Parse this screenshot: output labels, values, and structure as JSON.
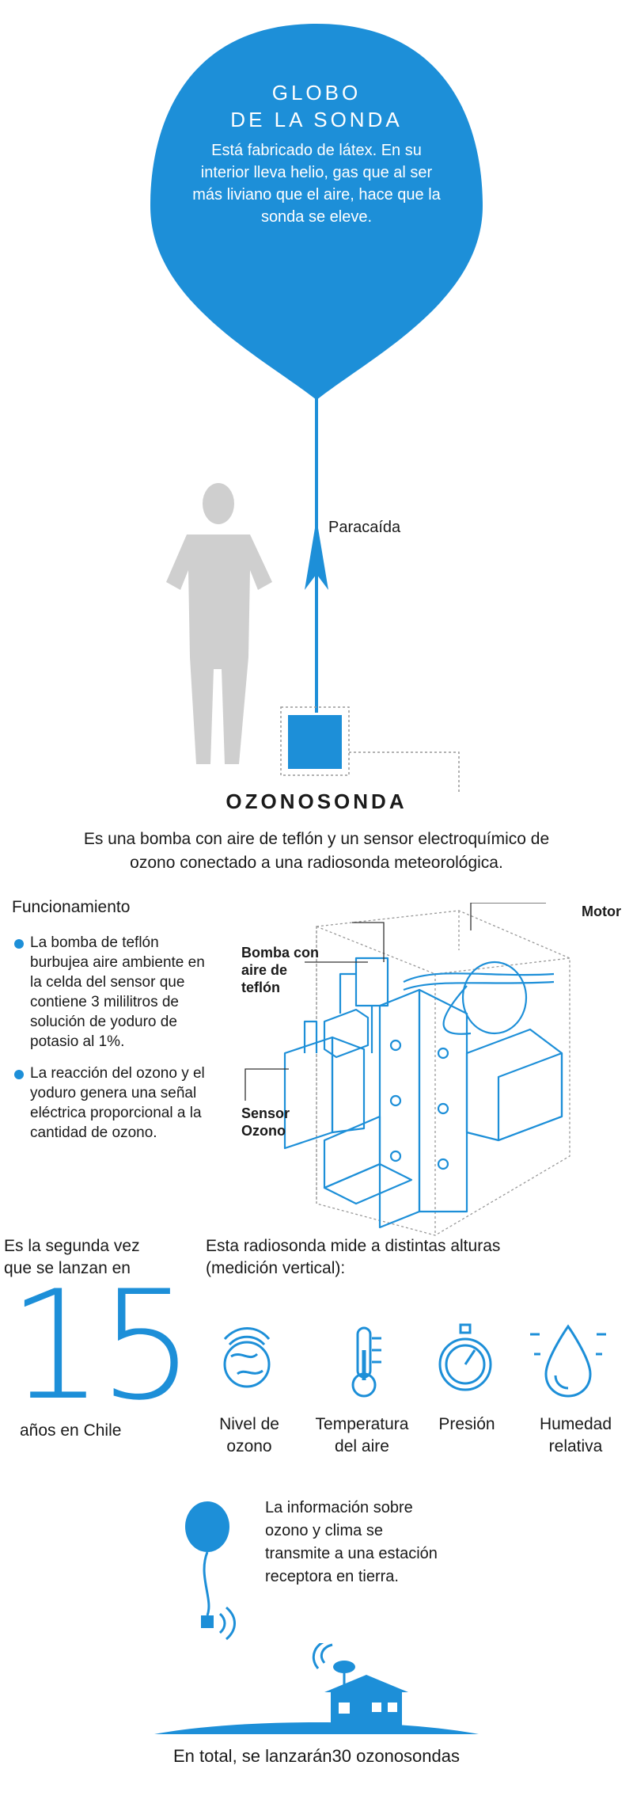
{
  "balloon": {
    "title_line1": "GLOBO",
    "title_line2": "DE LA SONDA",
    "description": "Está fabricado de látex. En su interior lleva helio, gas que al ser más liviano que el aire, hace que la sonda se eleve."
  },
  "parachute_label": "Paracaída",
  "ozonosonda": {
    "title": "OZONOSONDA",
    "description": "Es una bomba con aire de teflón y un sensor electroquímico de ozono conectado a una radiosonda meteorológica."
  },
  "funcionamiento": {
    "title": "Funcionamiento",
    "bullets": [
      "La bomba de teflón burbujea aire ambiente en la celda del sensor que contiene 3 mililitros de solución de yoduro de potasio al 1%.",
      "La reacción del ozono y el yoduro  genera una señal eléctrica proporcional a la cantidad de ozono."
    ]
  },
  "device_labels": {
    "motor": "Motor",
    "pump": "Bomba con aire de teflón",
    "sensor": "Sensor Ozono"
  },
  "launch_stats": {
    "intro": "Es la segunda vez que se lanzan en",
    "number": "15",
    "caption": "años en Chile"
  },
  "measurements": {
    "intro": "Esta radiosonda mide a distintas alturas (medición vertical):",
    "items": [
      {
        "icon": "globe-icon",
        "label": "Nivel de ozono"
      },
      {
        "icon": "thermometer-icon",
        "label": "Temperatura del aire"
      },
      {
        "icon": "gauge-icon",
        "label": "Presión"
      },
      {
        "icon": "droplet-icon",
        "label": "Humedad relativa"
      }
    ]
  },
  "transmission": {
    "text": "La información sobre ozono y clima se transmite a una estación receptora en tierra."
  },
  "total": {
    "text": "En total, se lanzarán30 ozonosondas"
  },
  "colors": {
    "accent": "#1d8fd8",
    "silhouette": "#cfcfcf",
    "text": "#1a1a1a"
  }
}
